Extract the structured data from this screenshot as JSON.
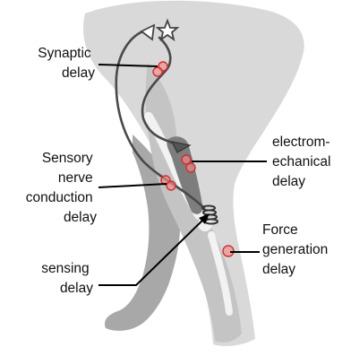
{
  "labels": {
    "synaptic": [
      "Synaptic",
      "delay"
    ],
    "sensory": [
      "Sensory",
      "nerve",
      "conduction",
      "delay"
    ],
    "sensing": [
      "sensing",
      "delay"
    ],
    "electromechanical": [
      "electrom-",
      "echanical",
      "delay"
    ],
    "force": [
      "Force",
      "generation",
      "delay"
    ]
  },
  "colors": {
    "silhouette_back": "#d9d9d9",
    "silhouette_front": "#bdbdbd",
    "bone": "#f2f2f2",
    "muscle": "#7d7d7d",
    "nerve": "#4a4a4a",
    "delay_marker": "#e57373",
    "leader_line": "#000000"
  },
  "icons": {
    "spinal_cord": "star-outline-icon",
    "muscle_motor_end": "triangle-icon",
    "muscle_spindle": "coil-spring-icon"
  }
}
